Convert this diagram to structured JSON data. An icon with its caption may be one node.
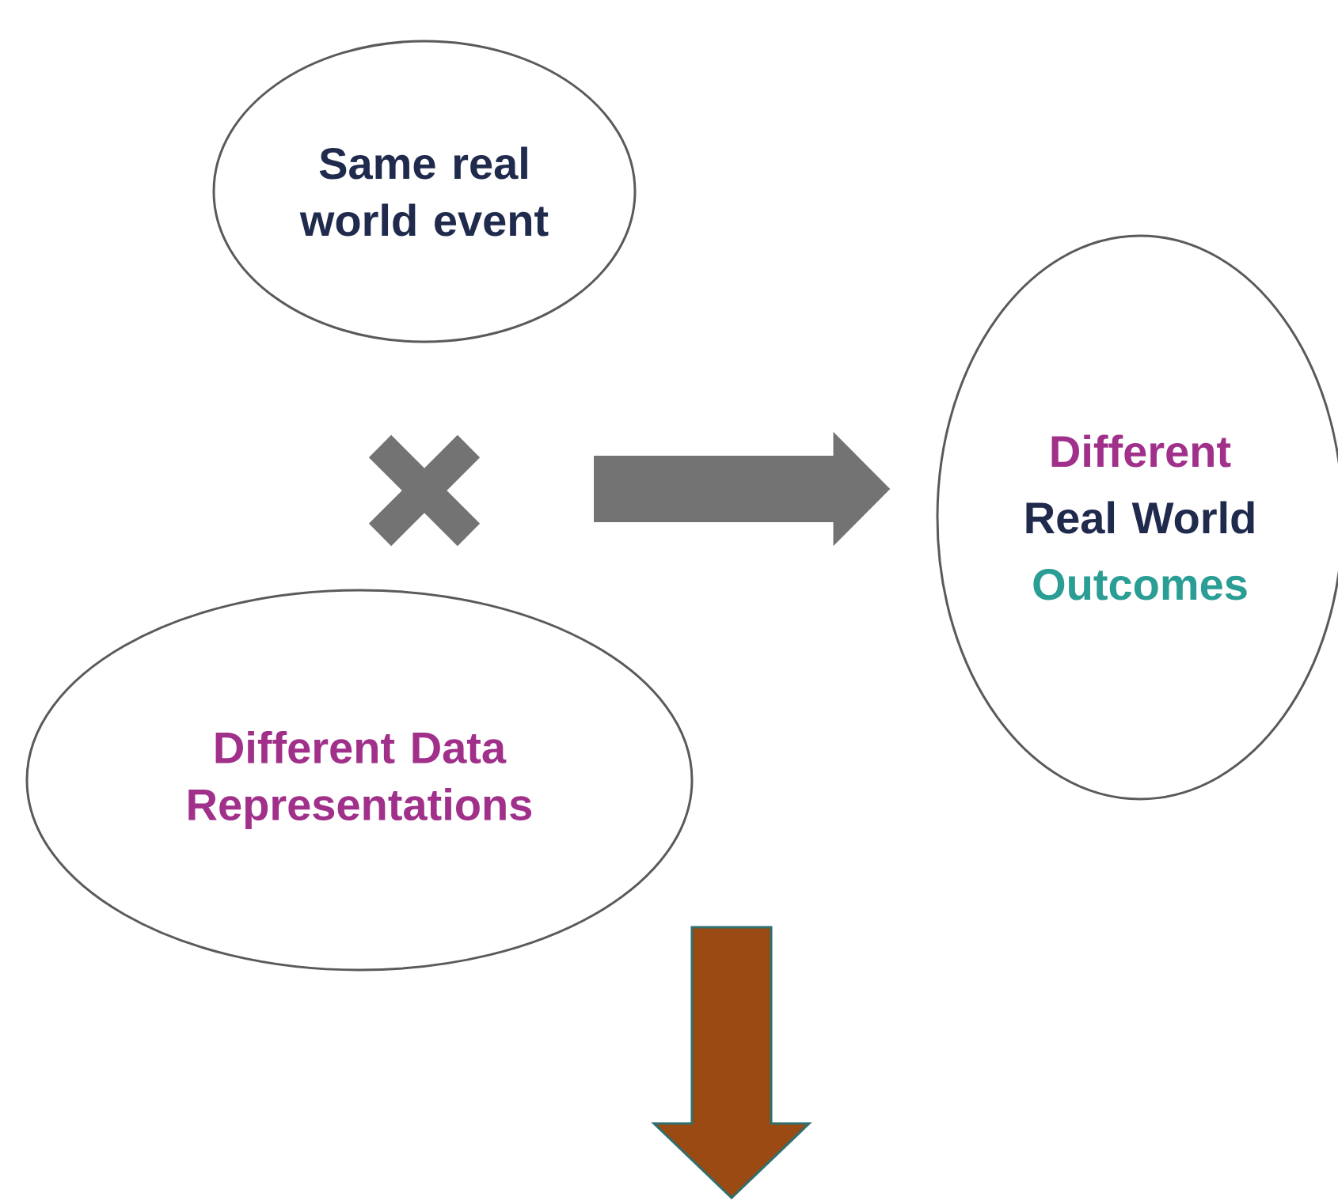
{
  "diagram": {
    "nodes": [
      {
        "text": [
          "Same real world event"
        ]
      },
      {
        "text": [
          "Different Data Representations"
        ]
      },
      {
        "text": [
          "Different",
          "Real World",
          "Outcomes"
        ]
      }
    ],
    "edges": [
      {
        "from": null,
        "to": 2,
        "arrow": "to"
      }
    ]
  }
}
